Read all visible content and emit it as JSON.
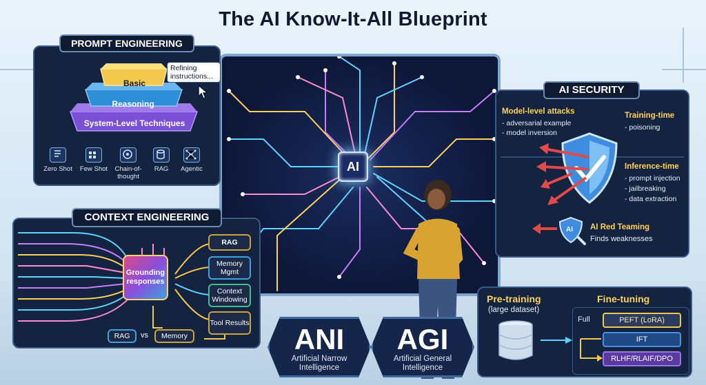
{
  "title": "The AI Know-It-All Blueprint",
  "center": {
    "chip_label": "AI"
  },
  "prompt_engineering": {
    "heading": "PROMPT ENGINEERING",
    "layers": [
      "Basic",
      "Reasoning",
      "System-Level Techniques"
    ],
    "callout": "Refining instructions...",
    "techniques": [
      {
        "label": "Zero Shot",
        "icon": "document-icon"
      },
      {
        "label": "Few Shot",
        "icon": "grid-icon"
      },
      {
        "label": "Chain-of-thought",
        "icon": "brain-head-icon"
      },
      {
        "label": "RAG",
        "icon": "database-icon"
      },
      {
        "label": "Agentic",
        "icon": "network-icon"
      }
    ]
  },
  "context_engineering": {
    "heading": "CONTEXT ENGINEERING",
    "center_label": "Grounding responses",
    "outputs": [
      "RAG",
      "Memory Mgmt",
      "Context Windowing",
      "Tool Results"
    ],
    "bottom": {
      "left": "RAG",
      "vs": "vs",
      "right": "Memory"
    }
  },
  "ai_security": {
    "heading": "AI SECURITY",
    "model_level": {
      "title": "Model-level attacks",
      "items": [
        "- adversarial example",
        "- model inversion"
      ]
    },
    "training_time": {
      "title": "Training-time",
      "items": [
        "- poisoning"
      ]
    },
    "inference_time": {
      "title": "Inference-time",
      "items": [
        "- prompt injection",
        "- jailbreaking",
        "- data extraction"
      ]
    },
    "red_team": {
      "title": "AI Red Teaming",
      "desc": "Finds weaknesses",
      "badge": "AI"
    }
  },
  "intelligence": [
    {
      "abbr": "ANI",
      "full": "Artificial Narrow Intelligence"
    },
    {
      "abbr": "AGI",
      "full": "Artificial General Intelligence"
    }
  ],
  "training": {
    "pretraining_title": "Pre-training",
    "pretraining_sub": "(large dataset)",
    "finetuning_title": "Fine-tuning",
    "full_label": "Full",
    "methods": [
      "PEFT (LoRA)",
      "IFT",
      "RLHF/RLAIF/DPO"
    ]
  },
  "colors": {
    "panel_bg": "#14233f",
    "accent_yellow": "#f2c94c",
    "accent_blue": "#4a90e2",
    "accent_purple": "#7b4fd6",
    "shield_blue": "#3f8de0",
    "attack_red": "#e24a4a"
  }
}
